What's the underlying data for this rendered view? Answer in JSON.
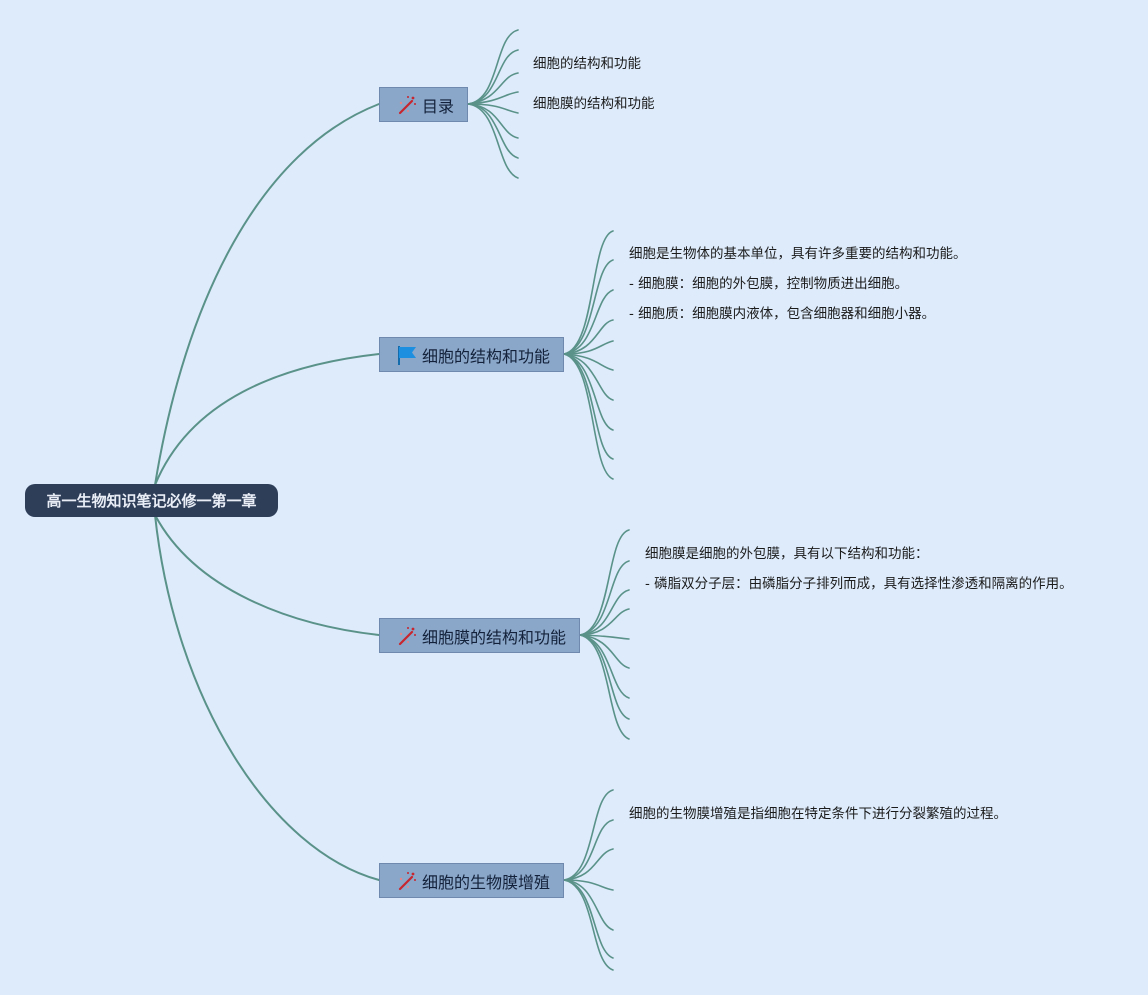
{
  "root": {
    "title": "高一生物知识笔记必修一第一章"
  },
  "branches": [
    {
      "label": "目录",
      "icon": "magic-wand-icon",
      "items": [
        "细胞的结构和功能",
        "细胞膜的结构和功能"
      ]
    },
    {
      "label": "细胞的结构和功能",
      "icon": "flag-icon",
      "items": [
        "细胞是生物体的基本单位，具有许多重要的结构和功能。",
        "- 细胞膜：细胞的外包膜，控制物质进出细胞。",
        "- 细胞质：细胞膜内液体，包含细胞器和细胞小器。"
      ]
    },
    {
      "label": "细胞膜的结构和功能",
      "icon": "magic-wand-icon",
      "items": [
        "细胞膜是细胞的外包膜，具有以下结构和功能：",
        "- 磷脂双分子层：由磷脂分子排列而成，具有选择性渗透和隔离的作用。"
      ]
    },
    {
      "label": "细胞的生物膜增殖",
      "icon": "magic-wand-icon",
      "items": [
        "细胞的生物膜增殖是指细胞在特定条件下进行分裂繁殖的过程。"
      ]
    }
  ],
  "colors": {
    "background": "#ddebfb",
    "connector": "#5a9289",
    "root_fill": "#2e3d58",
    "branch_fill": "#8aa6c9",
    "flag": "#1d8fe0",
    "wand": "#c8262e"
  }
}
